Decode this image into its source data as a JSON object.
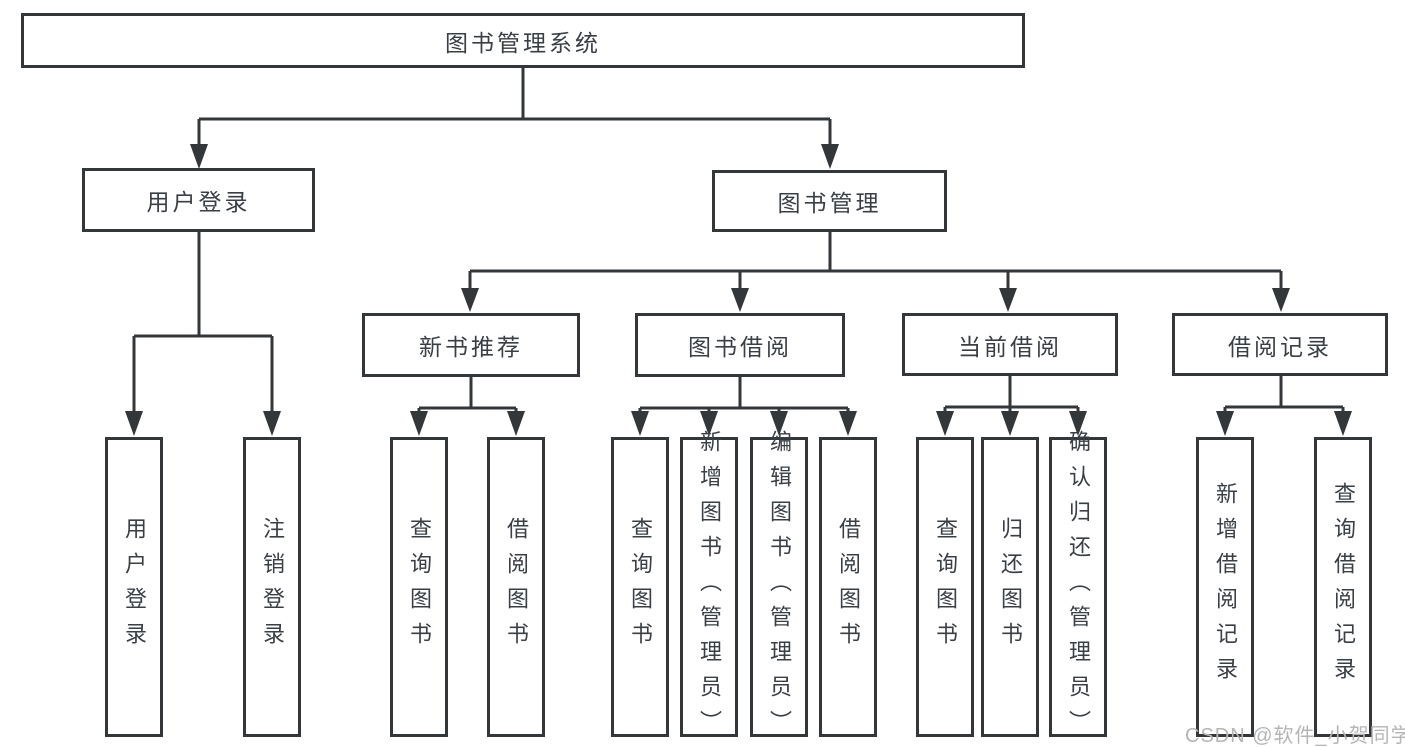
{
  "diagram": {
    "root": {
      "label": "图书管理系统"
    },
    "level1": [
      {
        "label": "用户登录"
      },
      {
        "label": "图书管理"
      }
    ],
    "level2": [
      {
        "label": "新书推荐"
      },
      {
        "label": "图书借阅"
      },
      {
        "label": "当前借阅"
      },
      {
        "label": "借阅记录"
      }
    ],
    "leaves": {
      "user_login": [
        "用户登录",
        "注销登录"
      ],
      "new_books": [
        "查询图书",
        "借阅图书"
      ],
      "book_borrow": [
        "查询图书",
        "新增图书（管理员）",
        "编辑图书（管理员）",
        "借阅图书"
      ],
      "current_borrow": [
        "查询图书",
        "归还图书",
        "确认归还（管理员）"
      ],
      "borrow_records": [
        "新增借阅记录",
        "查询借阅记录"
      ]
    }
  },
  "watermark": {
    "text": "CSDN @软件_小贺同学"
  },
  "colors": {
    "line": "#33373a",
    "text": "#3a3f45",
    "watermark": "#b5b5b5",
    "background": "#ffffff"
  }
}
